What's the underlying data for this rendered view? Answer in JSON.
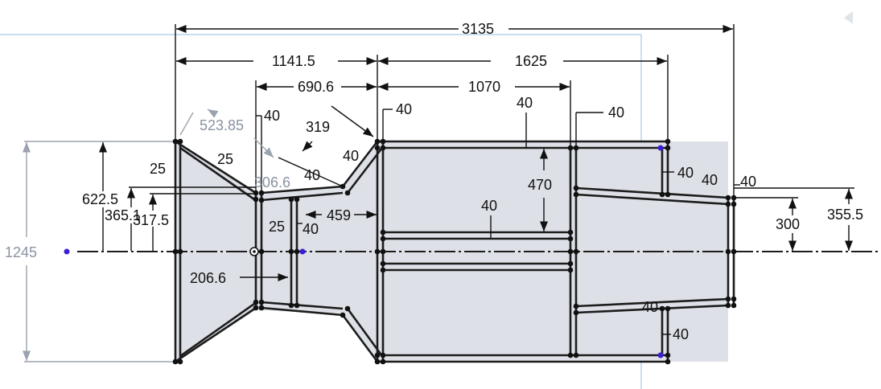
{
  "colors": {
    "body_fill": "#dde0e6",
    "edge": "#1c1c1c",
    "dimension_text": "#111111",
    "reference_dimension_text": "#8a93a3",
    "selected_point": "#3a1fd6",
    "view_frame": "#a9cbe6"
  },
  "toolbar": {
    "collapse_icon": "triangle-left-icon"
  },
  "dimensions": {
    "overall_length": "3135",
    "left_section_length": "1141.5",
    "right_section_length": "1625",
    "throat_to_mid": "690.6",
    "chamber_length": "1070",
    "sketch_diagonal": "523.85",
    "taper_a": "306.6",
    "taper_b": "319",
    "taper_c": "459",
    "radius_to_throat": "206.6",
    "height_total": "1245",
    "height_half": "622.5",
    "height_a": "365.1",
    "height_b": "317.5",
    "height_chamber_inner": "470",
    "outlet_height": "300",
    "outlet_outer": "355.5",
    "wall_25_a": "25",
    "wall_25_b": "25",
    "wall_25_c": "25",
    "wall_40_a": "40",
    "wall_40_b": "40",
    "wall_40_c": "40",
    "wall_40_d": "40",
    "wall_40_e": "40",
    "wall_40_f": "40",
    "wall_40_g": "40",
    "wall_40_h": "40",
    "wall_40_i": "40",
    "wall_40_j": "40",
    "wall_40_k": "40",
    "wall_40_l": "40",
    "wall_40_m": "40"
  }
}
